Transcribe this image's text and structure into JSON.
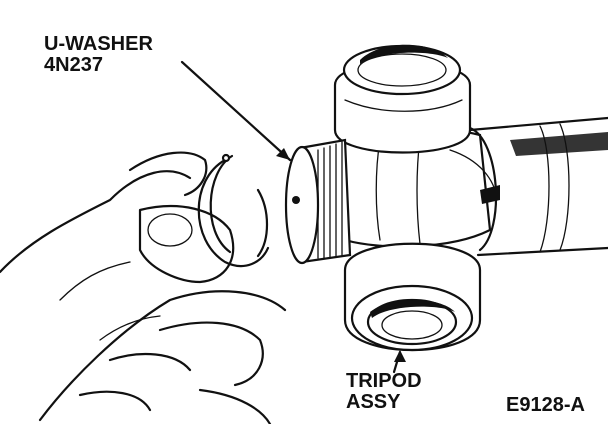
{
  "labels": {
    "uwasher": {
      "name": "U-WASHER",
      "part_number": "4N237"
    },
    "tripod": {
      "line1": "TRIPOD",
      "line2": "ASSY"
    },
    "figure_code": "E9128-A"
  }
}
